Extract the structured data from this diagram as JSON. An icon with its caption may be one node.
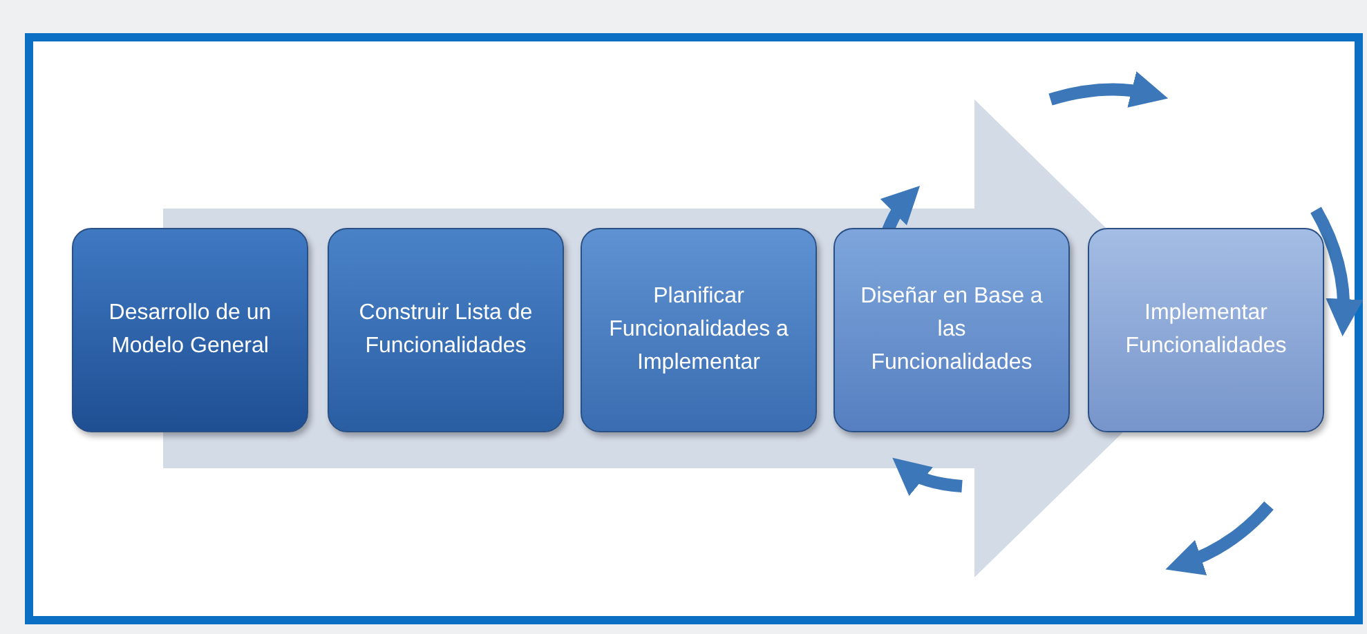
{
  "diagram": {
    "nodes": [
      {
        "text": [
          "Desarrollo de un Modelo General"
        ]
      },
      {
        "text": [
          "Construir Lista de Funcionalidades"
        ]
      },
      {
        "text": [
          "Planificar Funcionalidades a Implementar"
        ]
      },
      {
        "text": [
          "Diseñar en Base a las Funcionalidades"
        ]
      },
      {
        "text": [
          "Implementar Funcionalidades"
        ]
      }
    ],
    "edges": [
      {
        "from": 0,
        "to": 4,
        "arrow": "to",
        "style": "thick"
      }
    ]
  }
}
